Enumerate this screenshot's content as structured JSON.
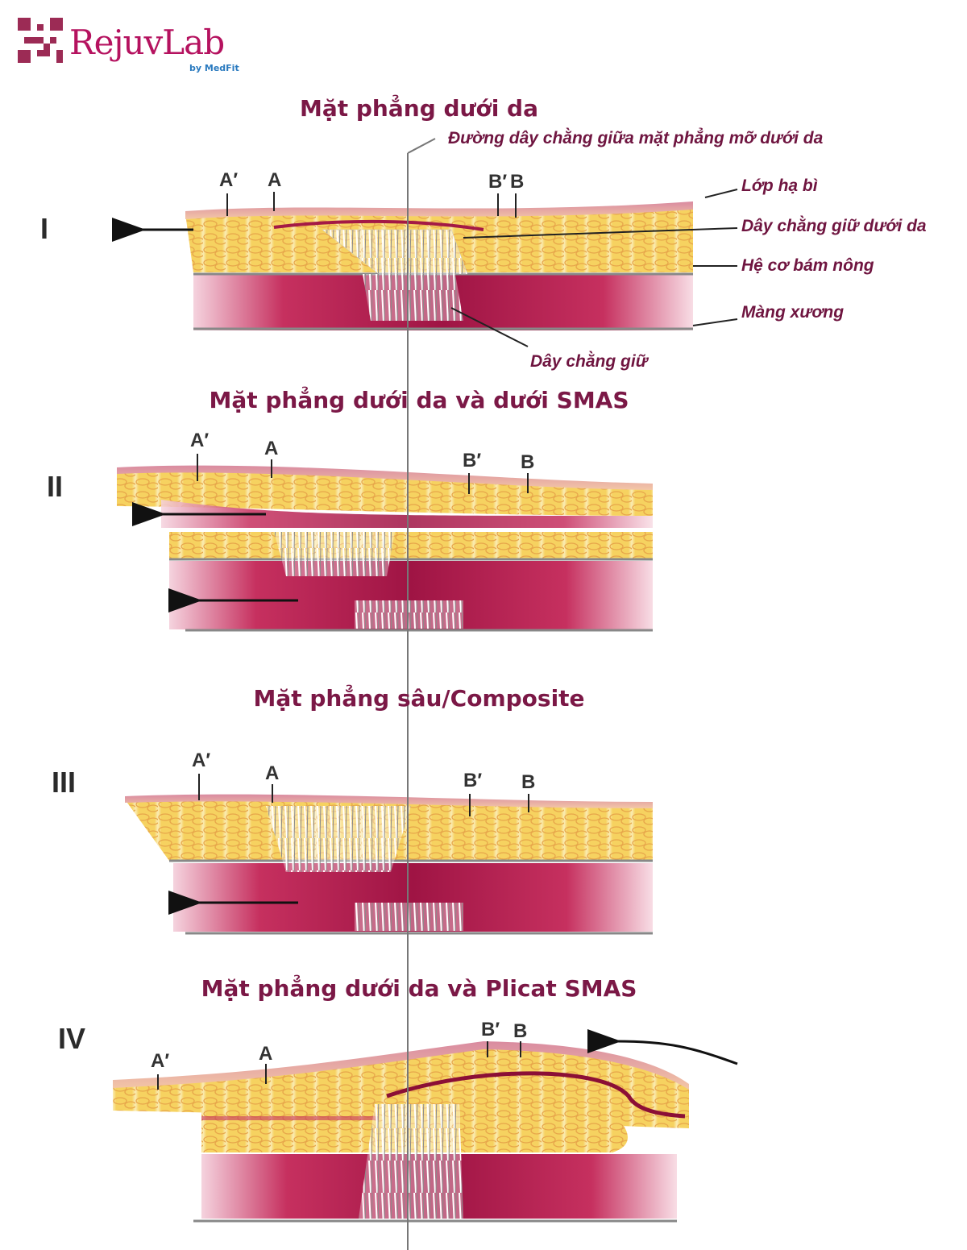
{
  "brand": {
    "name": "RejuvLab",
    "byline": "by MedFit"
  },
  "panels": [
    {
      "numeral": "I",
      "title": "Mặt phẳng dưới da"
    },
    {
      "numeral": "II",
      "title": "Mặt phẳng dưới da và dưới SMAS"
    },
    {
      "numeral": "III",
      "title": "Mặt phẳng sâu/Composite"
    },
    {
      "numeral": "IV",
      "title": "Mặt phẳng dưới da và Plicat SMAS"
    }
  ],
  "labels": {
    "midline": "Đường dây chằng giữa mặt phẳng mỡ dưới da",
    "dermis": "Lớp hạ bì",
    "retaining_ligament_sub": "Dây chằng giữ dưới da",
    "smas": "Hệ cơ bám nông",
    "periosteum": "Màng xương",
    "retaining_ligament": "Dây chằng giữ"
  },
  "points": {
    "a_prime": "A′",
    "a": "A",
    "b_prime": "B′",
    "b": "B"
  },
  "colors": {
    "title": "#7b1846",
    "label": "#6f1540",
    "fat": "#f5d66a",
    "muscle": "#a81a4b",
    "brand": "#b5125f"
  }
}
